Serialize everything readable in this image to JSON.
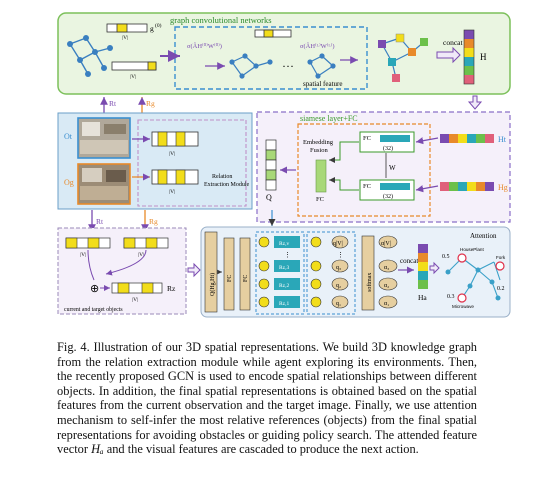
{
  "figure": {
    "gcn_title": "graph convolutional networks",
    "g0_label": "g",
    "g0_sup": "(0)",
    "v_label": "|V|",
    "gcn_op_left": "σ(ÂH⁽⁰⁾W⁽⁰⁾)",
    "gcn_op_right": "σ(ÂH⁽ᴸ⁾W⁽ᴸ⁾)",
    "dots": "···",
    "spatial_feature": "spatial feature",
    "concat": "concat",
    "H": "H",
    "Rt": "Rt",
    "Rg": "Rg",
    "Ot": "Ot",
    "Og": "Og",
    "relation_module": "Relation Extraction Module",
    "siamese_title": "siamese layer+FC",
    "fc": "FC",
    "fc_dim": "(32)",
    "embedding_fusion": "Embedding Fusion",
    "W": "W",
    "Ht": "Ht",
    "Hg": "Hg",
    "Q": "Q",
    "attention_title": "Attention",
    "q_input": "Q(Hg,Ht)",
    "r_labels": [
      "Rᴢ,v",
      "Rᴢ,3",
      "Rᴢ,2",
      "Rᴢ,1"
    ],
    "q_labels": [
      "q|V|",
      "q₃",
      "q₂",
      "q₁"
    ],
    "alpha_labels": [
      "α|V|",
      "α₃",
      "α₂",
      "α₁"
    ],
    "softmax": "softmax",
    "Ha": "Ha",
    "Rz": "Rz",
    "current_target": "current and target objects",
    "graph_labels": [
      "HousePlant",
      "Fork",
      "Microwave"
    ],
    "graph_values": [
      "0.5",
      "0.2",
      "0.3"
    ],
    "colors": {
      "green_panel": "#eaf5e1",
      "green_border": "#7cc05a",
      "blue_dash": "#3b8fd0",
      "purple": "#7a4bb0",
      "orange": "#e88a2a",
      "yellow": "#f2dd1a",
      "teal": "#2aa7b8",
      "light_green": "#a8d878",
      "tan": "#e6cfa0",
      "pink_node": "#e0607a"
    }
  },
  "caption": {
    "lead": "Fig. 4.",
    "text": "Illustration of our 3D spatial representations. We build 3D knowledge graph from the relation extraction module while agent exploring its environments. Then, the recently proposed GCN is used to encode spatial relationships between different objects. In addition, the final spatial representations is obtained based on the spatial features from the current observation and the target image. Finally, we use attention mechanism to self-infer the most relative references (objects) from the final spatial representations for avoiding obstacles or guiding policy search. The attended feature vector ",
    "ha": "Hₐ",
    "tail": " and the visual features are cascaded to produce the next action."
  }
}
